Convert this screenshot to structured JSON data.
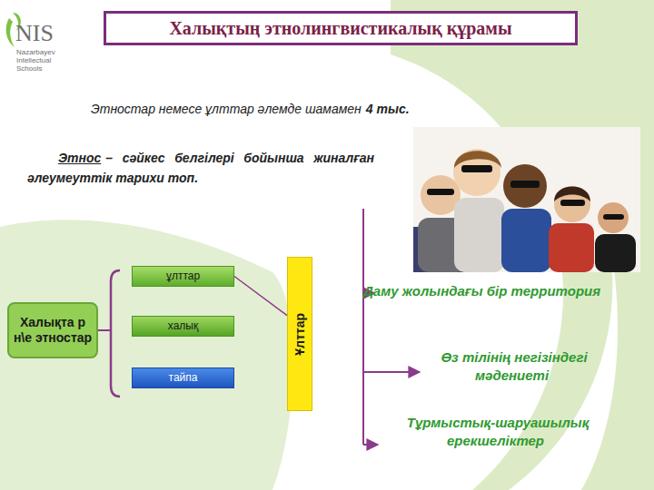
{
  "diagram": {
    "title": "Халықтың этнолингвистикалық құрамы",
    "nodes": [
      {
        "text": [
          "Халықта р н\\е этностар"
        ]
      },
      {
        "text": [
          "ұлттар"
        ]
      },
      {
        "text": [
          "халық"
        ]
      },
      {
        "text": [
          "тайпа"
        ]
      },
      {
        "text": [
          "Ұлттар"
        ]
      }
    ],
    "edges": [
      {
        "from": 1,
        "to": 4,
        "arrow": "none"
      }
    ],
    "labels": [
      "NIS",
      "Nazarbayev Intellectual Schools",
      "Этностар немесе ұлттар әлемде шамамен",
      "4 тыс.",
      "Этнос",
      "– сәйкес белгілері бойынша жиналған әлеумеуттік тарихи топ.",
      "Даму жолындағы бір территория",
      "Өз тілінің негізіндегі мәдениеті",
      "Тұрмыстық-шаруашылық ерекшеліктер"
    ]
  }
}
